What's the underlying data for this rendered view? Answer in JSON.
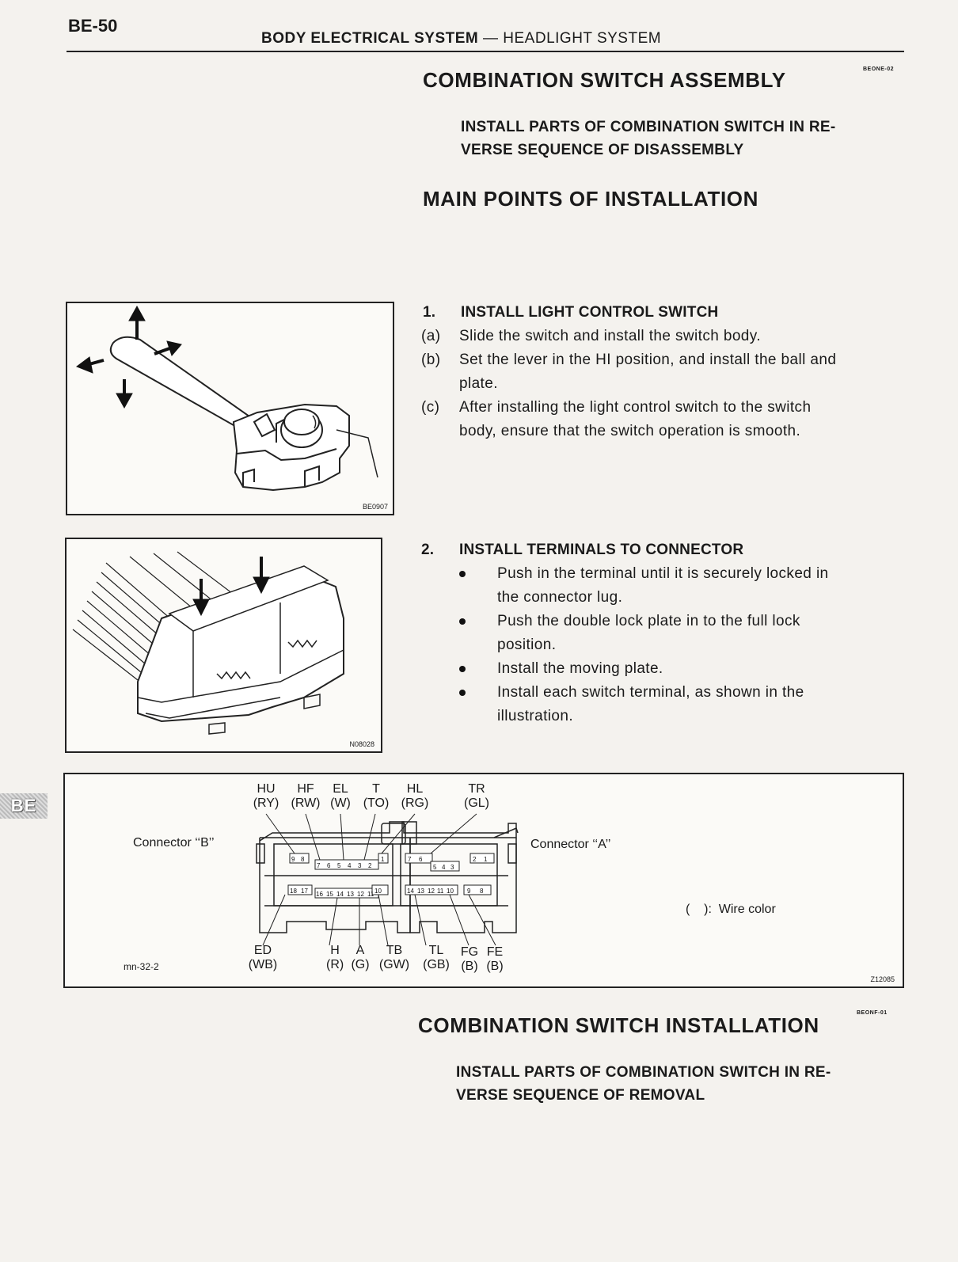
{
  "header": {
    "page_number": "BE-50",
    "section": "BODY ELECTRICAL SYSTEM",
    "dash": "—",
    "subsection": "HEADLIGHT SYSTEM"
  },
  "side_tab": "BE",
  "assembly": {
    "code": "BEONE-02",
    "title": "COMBINATION SWITCH ASSEMBLY",
    "subtitle_line1": "INSTALL PARTS OF COMBINATION SWITCH IN RE-",
    "subtitle_line2": "VERSE SEQUENCE OF DISASSEMBLY",
    "main_points": "MAIN POINTS OF INSTALLATION"
  },
  "step1": {
    "number": "1.",
    "title": "INSTALL LIGHT CONTROL SWITCH",
    "items": [
      {
        "label": "(a)",
        "lines": [
          "Slide the switch and install the switch body."
        ]
      },
      {
        "label": "(b)",
        "lines": [
          "Set the lever in the HI position, and install the ball and",
          "plate."
        ]
      },
      {
        "label": "(c)",
        "lines": [
          "After installing the light control switch to the switch",
          "body, ensure that the switch operation is smooth."
        ]
      }
    ],
    "figure_code": "BE0907"
  },
  "step2": {
    "number": "2.",
    "title": "INSTALL TERMINALS TO CONNECTOR",
    "bullets": [
      {
        "lines": [
          "Push in the terminal until it is securely locked in",
          "the connector lug."
        ]
      },
      {
        "lines": [
          "Push the double lock plate in to the full lock",
          "position."
        ]
      },
      {
        "lines": [
          "Install the moving plate."
        ]
      },
      {
        "lines": [
          "Install each switch terminal, as shown in the",
          "illustration."
        ]
      }
    ],
    "figure_code": "N08028"
  },
  "connector_fig": {
    "top_labels": [
      {
        "name": "HU",
        "color": "(RY)"
      },
      {
        "name": "HF",
        "color": "(RW)"
      },
      {
        "name": "EL",
        "color": "(W)"
      },
      {
        "name": "T",
        "color": "(TO)"
      },
      {
        "name": "HL",
        "color": "(RG)"
      },
      {
        "name": "TR",
        "color": "(GL)"
      }
    ],
    "bottom_labels": [
      {
        "name": "ED",
        "color": "(WB)"
      },
      {
        "name": "H",
        "color": "(R)"
      },
      {
        "name": "A",
        "color": "(G)"
      },
      {
        "name": "TB",
        "color": "(GW)"
      },
      {
        "name": "TL",
        "color": "(GB)"
      },
      {
        "name": "FG",
        "color": "(B)"
      },
      {
        "name": "FE",
        "color": "(B)"
      }
    ],
    "connector_b": "Connector ‘‘B’’",
    "connector_a": "Connector ‘‘A’’",
    "legend": "(    ):  Wire color",
    "ref": "mn-32-2",
    "figure_code": "Z12085",
    "pins_b_top": [
      "9",
      "8"
    ],
    "pins_b_mid": [
      "7",
      "6",
      "5",
      "4",
      "3",
      "2"
    ],
    "pins_b_low": [
      "18",
      "17"
    ],
    "pins_b_bottom": [
      "16",
      "15",
      "14",
      "13",
      "12",
      "11"
    ],
    "pins_b_right": [
      "1"
    ],
    "pins_b_right_low": [
      "10"
    ],
    "pins_a_top": [
      "7",
      "6",
      "2",
      "1"
    ],
    "pins_a_mid": [
      "5",
      "4",
      "3"
    ],
    "pins_a_bottom": [
      "14",
      "13",
      "12",
      "11",
      "10",
      "9",
      "8"
    ]
  },
  "installation": {
    "code": "BEONF-01",
    "title": "COMBINATION SWITCH INSTALLATION",
    "subtitle_line1": "INSTALL PARTS OF COMBINATION SWITCH IN RE-",
    "subtitle_line2": "VERSE SEQUENCE OF REMOVAL"
  },
  "colors": {
    "ink": "#1a1a1a",
    "paper": "#f4f2ee"
  }
}
